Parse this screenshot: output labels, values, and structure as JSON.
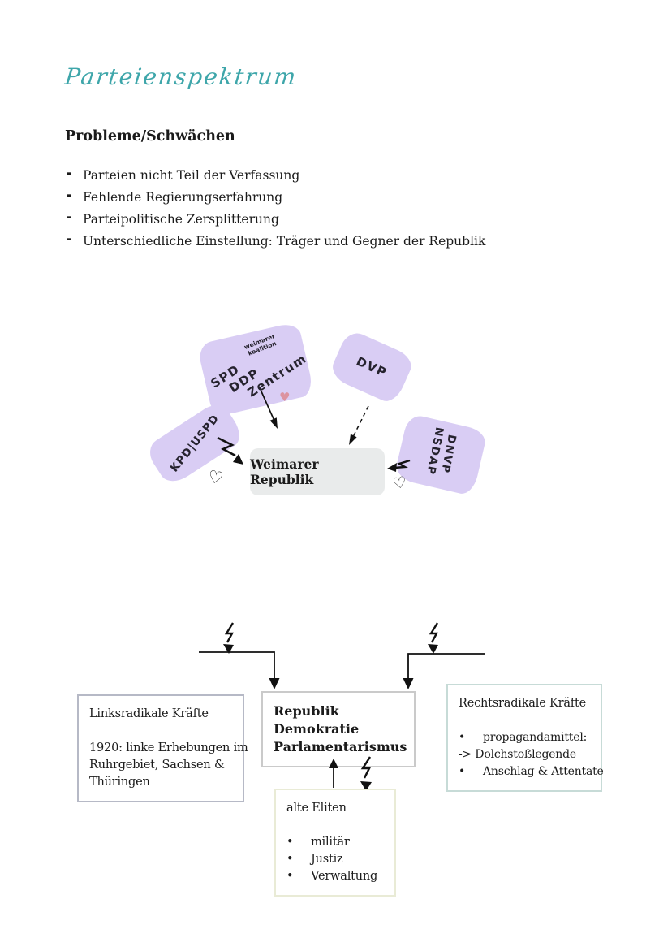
{
  "page": {
    "title": "Parteienspektrum"
  },
  "problems": {
    "heading": "Probleme/Schwächen",
    "items": [
      "Parteien nicht Teil der Verfassung",
      "Fehlende Regierungserfahrung",
      "Parteipolitische Zersplitterung",
      "Unterschiedliche Einstellung: Träger und Gegner der Republik"
    ]
  },
  "spectrum": {
    "center_label": "Weimarer Republik",
    "notes": {
      "coalition": {
        "annotation": "weimarer koalition",
        "lines": [
          "SPD",
          "DDP",
          "Zentrum"
        ]
      },
      "dvp": {
        "label": "DVP"
      },
      "right": {
        "lines": [
          "DNVP",
          "NSDAP"
        ]
      },
      "left": {
        "label": "KPD|USPD"
      }
    }
  },
  "forces": {
    "left_box": {
      "title": "Linksradikale Kräfte",
      "body_lines": [
        "1920: linke Erhebungen im",
        "Ruhrgebiet, Sachsen &",
        "Thüringen"
      ]
    },
    "center_box": {
      "lines": [
        "Republik",
        "Demokratie",
        "Parlamentarismus"
      ]
    },
    "right_box": {
      "title": "Rechtsradikale Kräfte",
      "items": [
        {
          "bullet": "•",
          "text": "propagandamittel:"
        },
        {
          "bullet": "",
          "text": "-> Dolchstoßlegende"
        },
        {
          "bullet": "•",
          "text": "Anschlag & Attentate"
        }
      ]
    },
    "bottom_box": {
      "title": "alte Eliten",
      "items": [
        {
          "bullet": "•",
          "text": "militär"
        },
        {
          "bullet": "•",
          "text": "Justiz"
        },
        {
          "bullet": "•",
          "text": "Verwaltung"
        }
      ]
    }
  },
  "icons": {
    "heart_outline": "♡",
    "heart_filled": "♥"
  },
  "colors": {
    "accent": "#3ea6aa",
    "ink": "#1b1b1b",
    "note_bg": "#d9cdf4",
    "center_bg": "#e9ebeb",
    "border_left": "#b6b9c6",
    "border_center": "#cacaca",
    "border_right": "#c7dbd7",
    "border_bottom": "#e9ebd6",
    "heart_pink": "#dc93a0"
  }
}
